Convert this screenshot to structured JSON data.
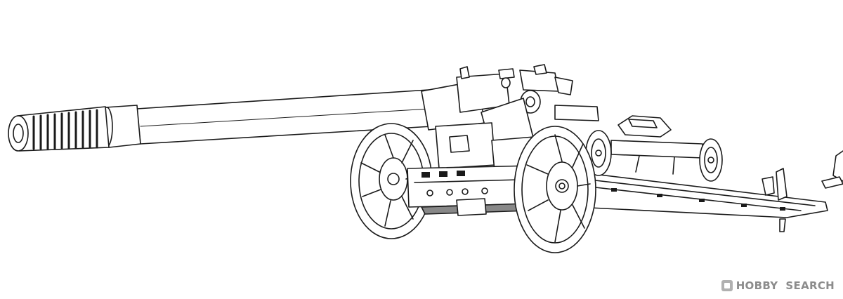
{
  "watermark": {
    "brand_bold": "HOBBY",
    "brand_rest": "SEARCH",
    "icon": "hobby-search-logo-icon",
    "color": "#8c8c8c"
  },
  "art": {
    "subject": "howitzer-line-drawing",
    "stroke_color": "#1a1a1a",
    "background": "#ffffff"
  }
}
